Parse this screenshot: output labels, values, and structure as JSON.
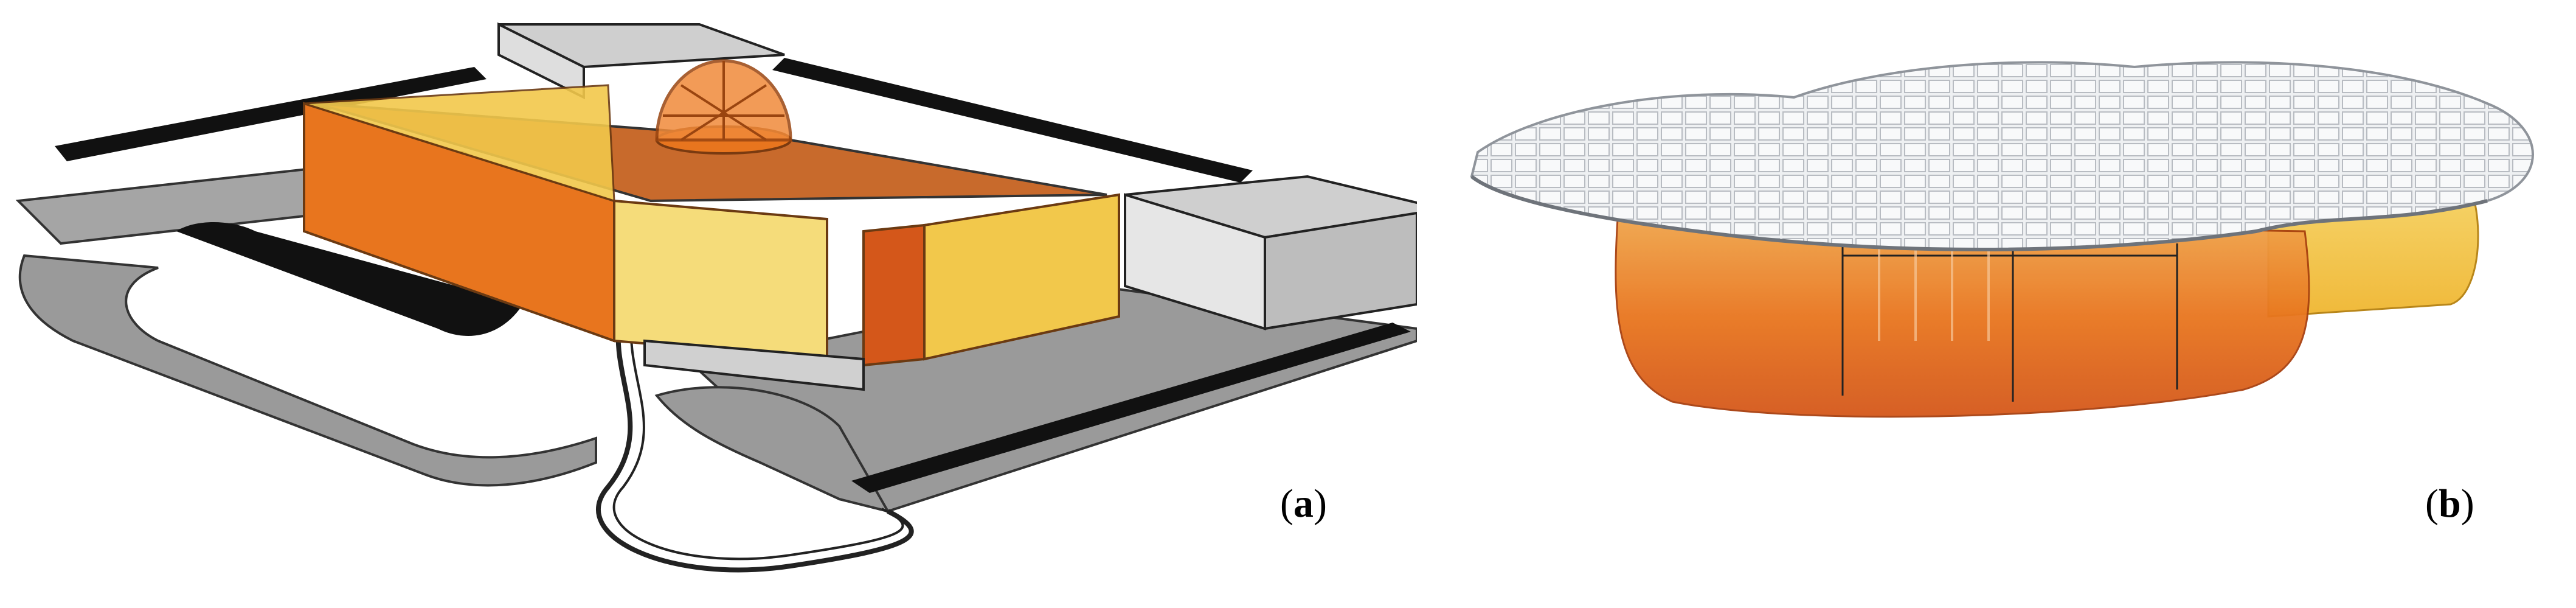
{
  "figure": {
    "panels": [
      {
        "id": "a",
        "label_open": "(",
        "label_letter": "a",
        "label_close": ")"
      },
      {
        "id": "b",
        "label_open": "(",
        "label_letter": "b",
        "label_close": ")"
      }
    ]
  },
  "colors": {
    "orange": "#e8751e",
    "dark_orange": "#d4571a",
    "yellow": "#f2c84b",
    "pale_yellow": "#f5dc7a",
    "ground_gray": "#9a9a9a",
    "roof_black": "#111111",
    "glass_gray": "#d9d9d9",
    "canopy_white": "#eef0f2"
  }
}
